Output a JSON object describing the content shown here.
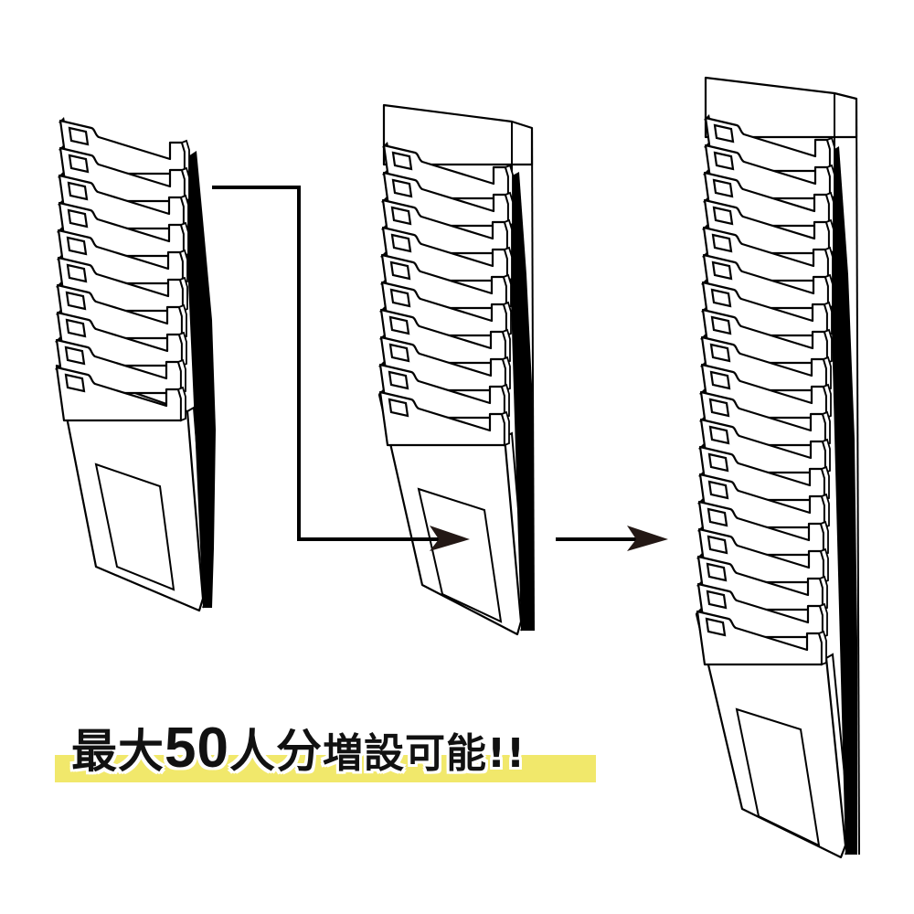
{
  "caption": {
    "part1": "最大",
    "number": "50",
    "part2": "人分",
    "part3": "増設可能!!",
    "full": "最大50人分増設可能!!",
    "highlight_color": "#f1e86b",
    "text_color": "#111111"
  },
  "racks": [
    {
      "id": "rack-left",
      "slots": 10,
      "has_header": false
    },
    {
      "id": "rack-middle",
      "slots": 10,
      "has_header": true
    },
    {
      "id": "rack-right",
      "slots": 19,
      "has_header": true
    }
  ],
  "arrows": [
    {
      "id": "arrow-left-to-middle",
      "shape": "elbow"
    },
    {
      "id": "arrow-middle-to-right",
      "shape": "straight"
    }
  ],
  "colors": {
    "line": "#000000",
    "fill": "#ffffff",
    "shadow": "#000000",
    "arrowhead": "#231815"
  }
}
